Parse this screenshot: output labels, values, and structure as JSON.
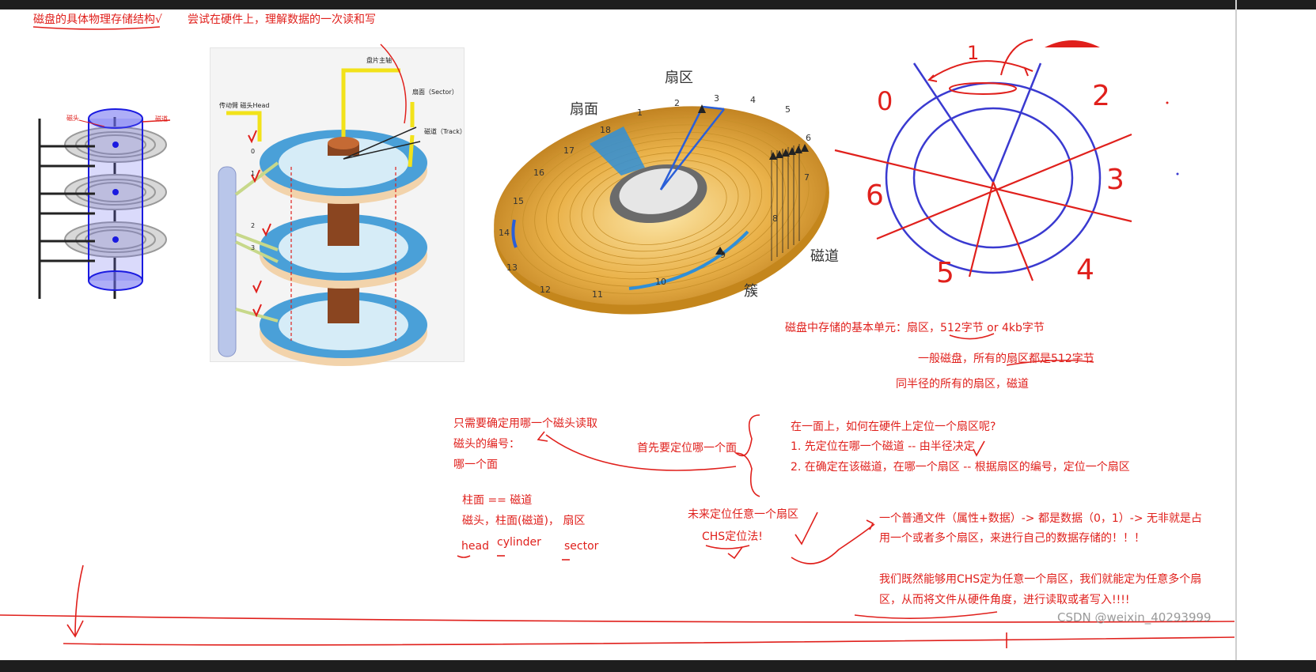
{
  "header": {
    "title": "磁盘的具体物理存储结构√",
    "subtitle": "尝试在硬件上，理解数据的一次读和写"
  },
  "platter_figure": {
    "head_label": "磁头",
    "track_label": "磁道"
  },
  "stack_figure": {
    "spindle_label": "盘片主轴",
    "arm_label": "传动臂 磁头Head",
    "sector_label": "扇面（Sector）",
    "track_label": "磁道（Track）",
    "head_numbers": [
      "0",
      "1",
      "2",
      "3"
    ]
  },
  "disk_figure": {
    "sector_label": "扇区",
    "surface_label": "扇面",
    "track_label": "磁道",
    "cluster_label": "簇",
    "sector_numbers": [
      "1",
      "2",
      "3",
      "4",
      "5",
      "6",
      "7",
      "8",
      "9",
      "10",
      "11",
      "12",
      "13",
      "14",
      "15",
      "16",
      "17",
      "18"
    ]
  },
  "sketch": {
    "arrow_label": "1",
    "section_numbers": [
      "0",
      "2",
      "3",
      "4",
      "5",
      "6"
    ]
  },
  "notes": {
    "basic_unit": "磁盘中存储的基本单元：扇区，512字节 or 4kb字节",
    "general_disk": "一般磁盘，所有的扇区都是512字节",
    "same_radius": "同半径的所有的扇区，磁道",
    "head_determine": "只需要确定用哪一个磁头读取",
    "head_number": "磁头的编号：",
    "which_surface": "哪一个面",
    "locate_surface_first": "首先要定位哪一个面",
    "locate_question": "在一面上，如何在硬件上定位一个扇区呢?",
    "step1": "1. 先定位在哪一个磁道 -- 由半径决定",
    "step2": "2. 在确定在该磁道，在哪一个扇区 --  根据扇区的编号，定位一个扇区",
    "cylinder_eq": "柱面 == 磁道",
    "chs_parts": "磁头，柱面(磁道)，  扇区",
    "head_en": "head",
    "cylinder_en": "cylinder",
    "sector_en": "sector",
    "locate_any": "未来定位任意一个扇区",
    "chs_method": "CHS定位法!",
    "file_line1": "一个普通文件（属性+数据）-> 都是数据（0，1）-> 无非就是占",
    "file_line2": "用一个或者多个扇区，来进行自己的数据存储的！！！",
    "chs_line1": "我们既然能够用CHS定为任意一个扇区，我们就能定为任意多个扇",
    "chs_line2": "区，从而将文件从硬件角度，进行读取或者写入!!!!"
  },
  "watermark": "CSDN @weixin_40293999",
  "colors": {
    "annotation_red": "#e0201c",
    "sketch_blue": "#3a3ad0",
    "disk_gold": "#e8b544",
    "platter_blue": "#5aa7d9"
  }
}
